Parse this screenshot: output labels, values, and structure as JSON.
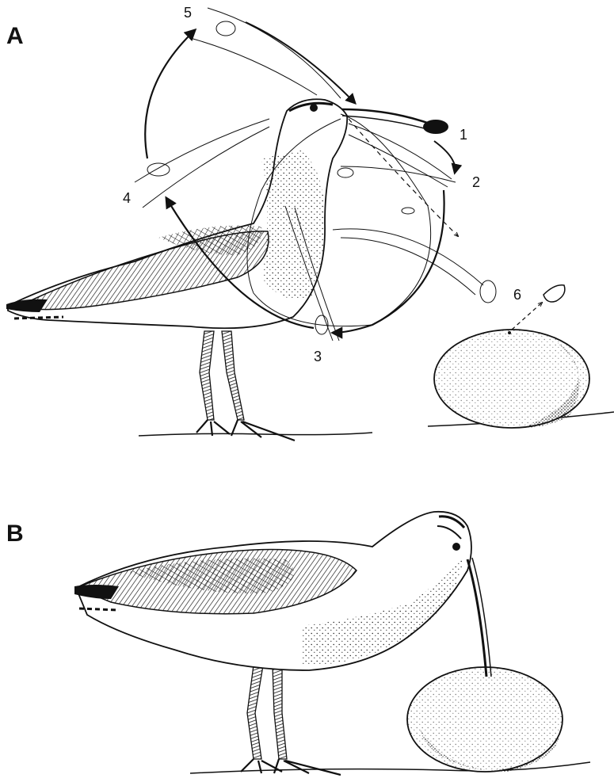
{
  "panels": [
    {
      "letter": "A",
      "steps": [
        "1",
        "2",
        "3",
        "4",
        "5",
        "6"
      ]
    },
    {
      "letter": "B"
    }
  ],
  "colors": {
    "ink": "#111111",
    "paper": "#ffffff"
  }
}
